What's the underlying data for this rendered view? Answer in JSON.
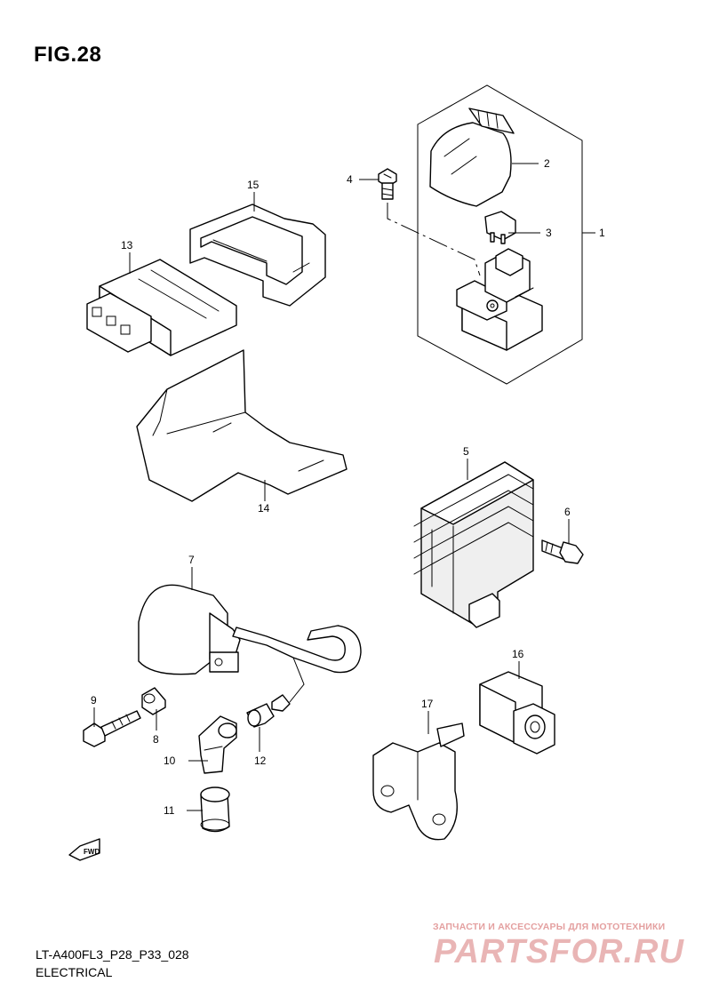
{
  "figure": {
    "title": "FIG.28",
    "code": "LT-A400FL3_P28_P33_028",
    "section": "ELECTRICAL"
  },
  "direction_marker": "FWD",
  "watermark": {
    "tagline": "ЗАПЧАСТИ И АКСЕССУАРЫ ДЛЯ МОТОТЕХНИКИ",
    "logo": "PARTSFOR.RU"
  },
  "callouts": {
    "p1": "1",
    "p2": "2",
    "p3": "3",
    "p4": "4",
    "p5": "5",
    "p6": "6",
    "p7": "7",
    "p8": "8",
    "p9": "9",
    "p10": "10",
    "p11": "11",
    "p12": "12",
    "p13": "13",
    "p14": "14",
    "p15": "15",
    "p16": "16",
    "p17": "17"
  }
}
